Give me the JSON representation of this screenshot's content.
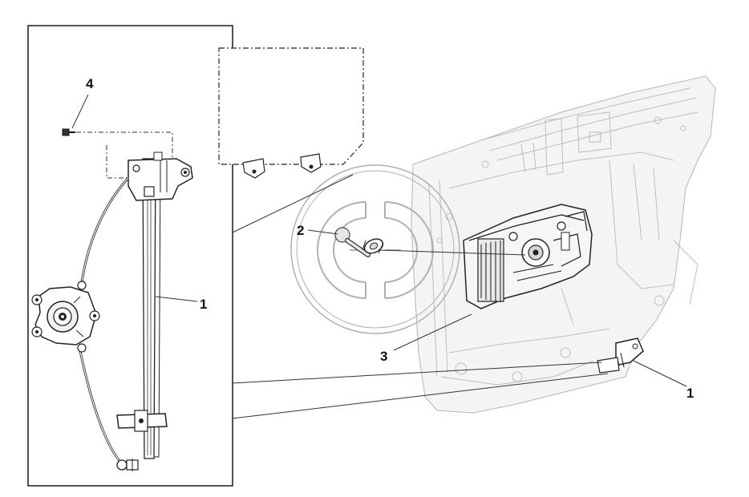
{
  "callouts": {
    "regulator_left": "1",
    "handle": "2",
    "access_hole": "3",
    "fastener": "4",
    "regulator_right": "1"
  },
  "colors": {
    "line": "#1a1a1a",
    "body_shell": "#bdbdbd",
    "watermark": "#b0b0b0",
    "background": "#ffffff"
  }
}
